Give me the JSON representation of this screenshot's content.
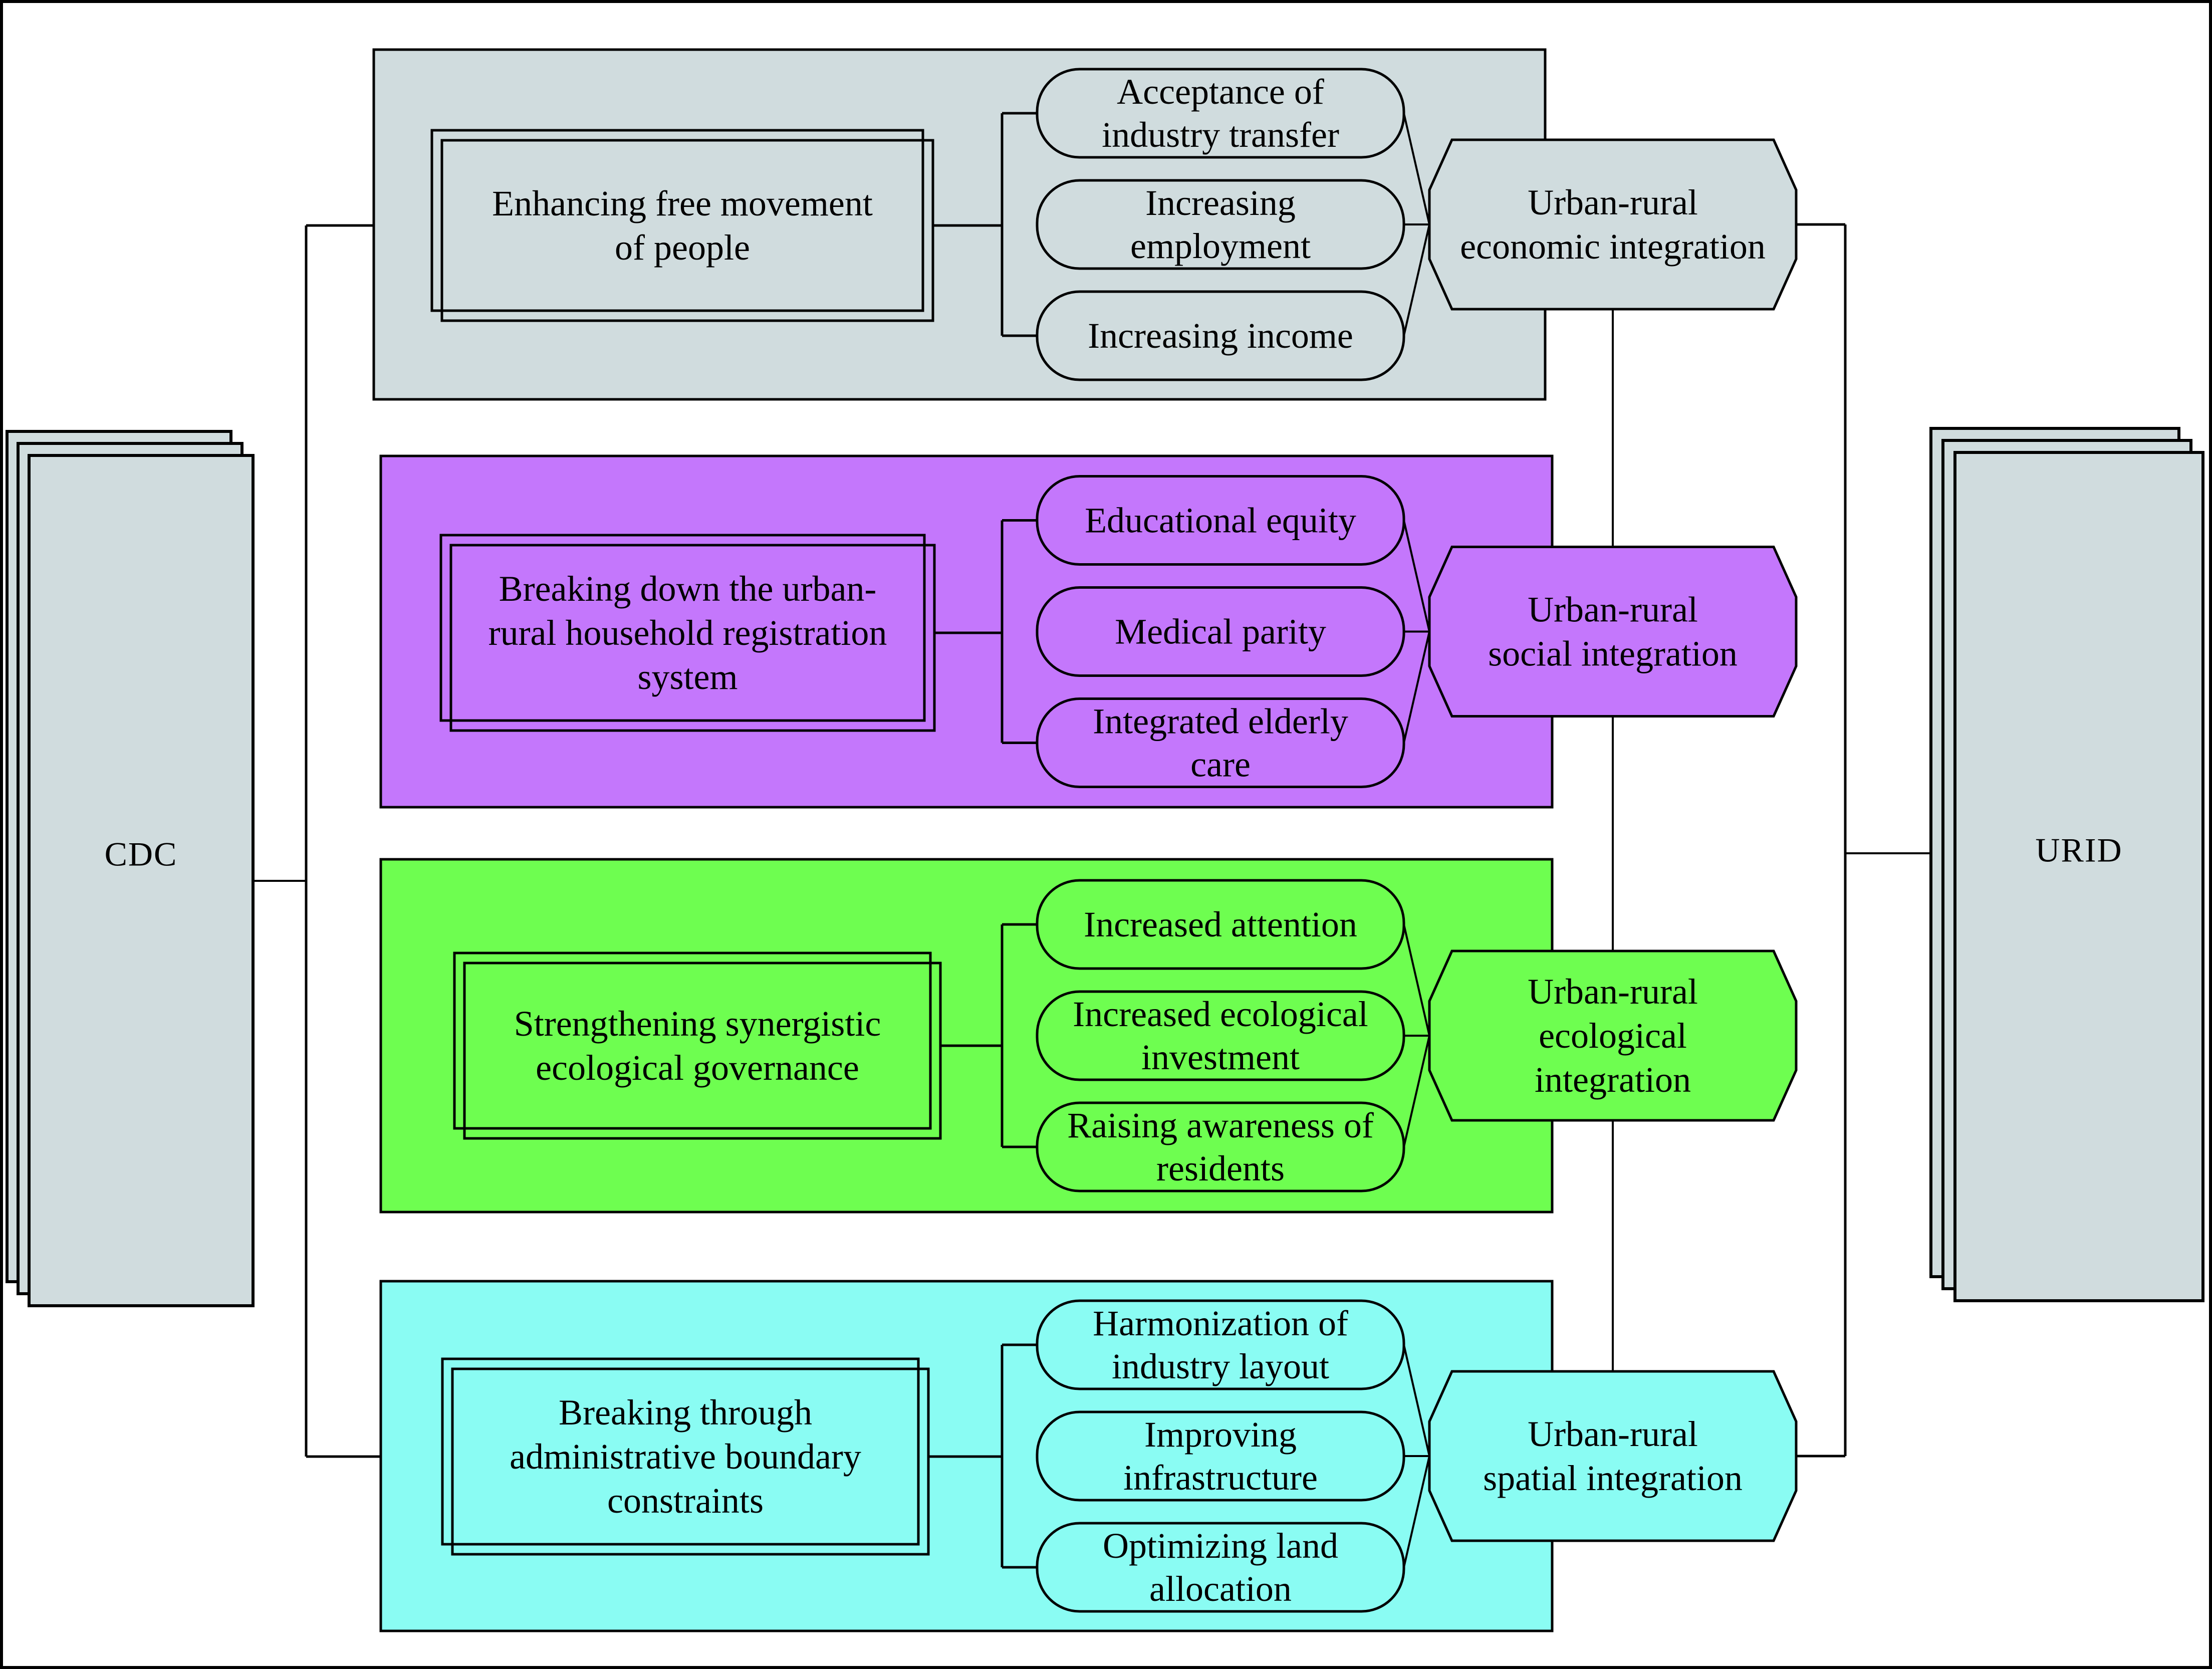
{
  "diagram": {
    "left_node": {
      "label": "CDC",
      "fill": "#D0DCDE"
    },
    "right_node": {
      "label": "URID",
      "fill": "#D0DCDE"
    },
    "panels": [
      {
        "id": "economic",
        "fill": "#D0DCDE",
        "driver": [
          "Enhancing free movement",
          "of people"
        ],
        "effects": [
          [
            "Acceptance of",
            "industry transfer"
          ],
          [
            "Increasing",
            "employment"
          ],
          [
            "Increasing income"
          ]
        ],
        "outcome": [
          "Urban-rural",
          "economic integration"
        ]
      },
      {
        "id": "social",
        "fill": "#C477FC",
        "driver": [
          "Breaking down the urban-",
          "rural household registration",
          "system"
        ],
        "effects": [
          [
            "Educational equity"
          ],
          [
            "Medical parity"
          ],
          [
            "Integrated elderly",
            "care"
          ]
        ],
        "outcome": [
          "Urban-rural",
          "social integration"
        ]
      },
      {
        "id": "ecological",
        "fill": "#6EFE50",
        "driver": [
          "Strengthening synergistic",
          "ecological governance"
        ],
        "effects": [
          [
            "Increased attention"
          ],
          [
            "Increased ecological",
            "investment"
          ],
          [
            "Raising awareness of",
            "residents"
          ]
        ],
        "outcome": [
          "Urban-rural",
          "ecological",
          "integration"
        ]
      },
      {
        "id": "spatial",
        "fill": "#8AFCF3",
        "driver": [
          "Breaking through",
          "administrative boundary",
          "constraints"
        ],
        "effects": [
          [
            "Harmonization of",
            "industry layout"
          ],
          [
            "Improving",
            "infrastructure"
          ],
          [
            "Optimizing land",
            "allocation"
          ]
        ],
        "outcome": [
          "Urban-rural",
          "spatial integration"
        ]
      }
    ]
  }
}
